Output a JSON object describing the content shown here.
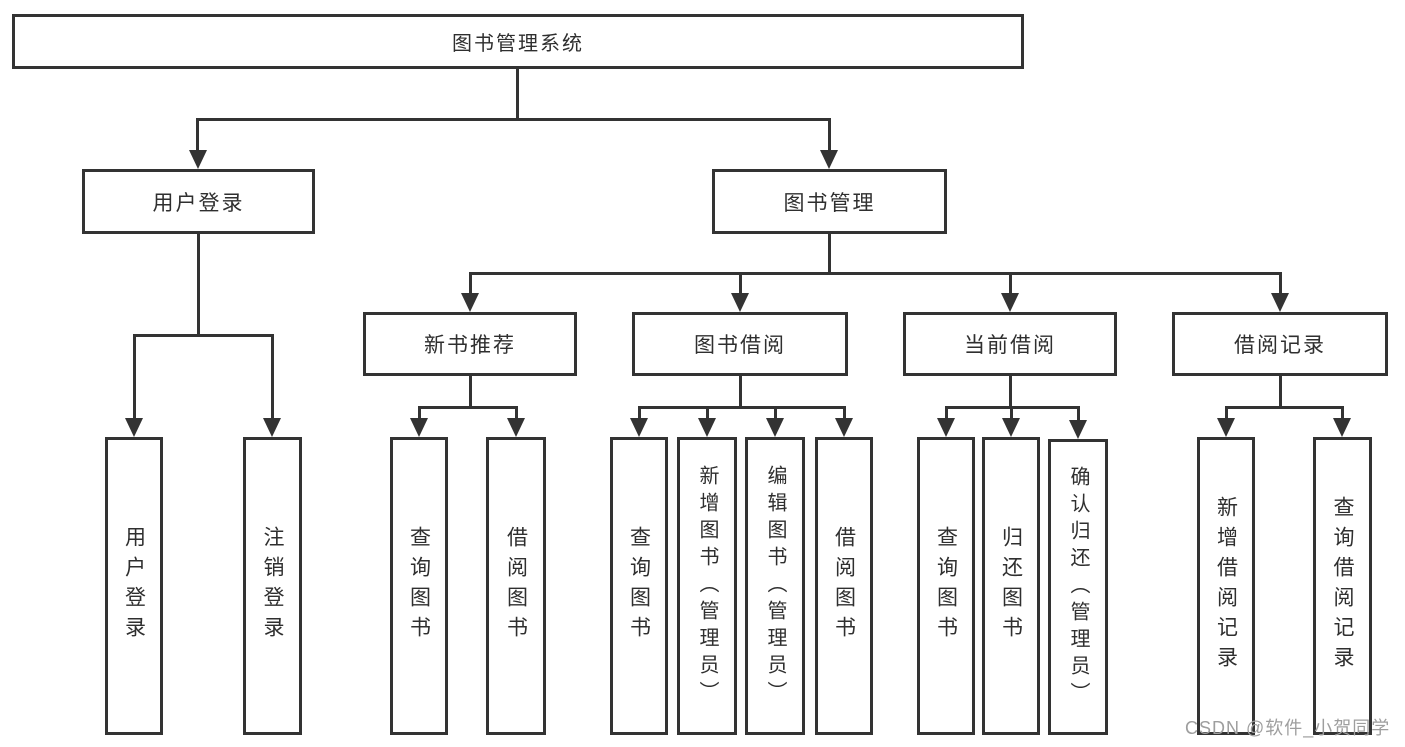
{
  "tree": {
    "root": "图书管理系统",
    "branches": [
      {
        "label": "用户登录",
        "children": [
          "用户登录",
          "注销登录"
        ]
      },
      {
        "label": "图书管理",
        "groups": [
          {
            "label": "新书推荐",
            "children": [
              "查询图书",
              "借阅图书"
            ]
          },
          {
            "label": "图书借阅",
            "children": [
              "查询图书",
              "新增图书（管理员）",
              "编辑图书（管理员）",
              "借阅图书"
            ]
          },
          {
            "label": "当前借阅",
            "children": [
              "查询图书",
              "归还图书",
              "确认归还（管理员）"
            ]
          },
          {
            "label": "借阅记录",
            "children": [
              "新增借阅记录",
              "查询借阅记录"
            ]
          }
        ]
      }
    ]
  },
  "watermark": "CSDN @软件_小贺同学",
  "colors": {
    "line": "#333333",
    "text": "#2f2f2f",
    "watermark": "#9e9e9e",
    "background": "#ffffff"
  }
}
